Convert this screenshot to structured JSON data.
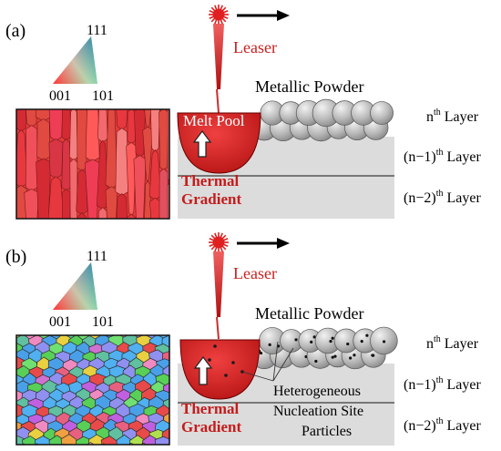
{
  "panels": [
    {
      "panel_label": "(a)",
      "ipf": {
        "top": "111",
        "left": "001",
        "right": "101"
      },
      "microstructure": "columnar",
      "laser_label": "Leaser",
      "powder_label": "Metallic Powder",
      "melt_pool_label": "Melt Pool",
      "gradient_line1": "Thermal",
      "gradient_line2": "Gradient",
      "layers": [
        {
          "base": "n",
          "sup": "th",
          "tail": " Layer"
        },
        {
          "base": "(n−1)",
          "sup": "th",
          "tail": " Layer"
        },
        {
          "base": "(n−2)",
          "sup": "th",
          "tail": " Layer"
        }
      ]
    },
    {
      "panel_label": "(b)",
      "ipf": {
        "top": "111",
        "left": "001",
        "right": "101"
      },
      "microstructure": "equiaxed",
      "laser_label": "Leaser",
      "powder_label": "Metallic Powder",
      "gradient_line1": "Thermal",
      "gradient_line2": "Gradient",
      "nucleation_line1": "Heterogeneous",
      "nucleation_line2": "Nucleation Site",
      "nucleation_line3": "Particles",
      "layers": [
        {
          "base": "n",
          "sup": "th",
          "tail": " Layer"
        },
        {
          "base": "(n−1)",
          "sup": "th",
          "tail": " Layer"
        },
        {
          "base": "(n−2)",
          "sup": "th",
          "tail": " Layer"
        }
      ]
    }
  ],
  "colors": {
    "melt_pool": "#d42020",
    "laser": "#d93030",
    "gradient_text": "#c41c1c",
    "powder": "#b8b8b8",
    "layer": "#dcdcdc"
  }
}
